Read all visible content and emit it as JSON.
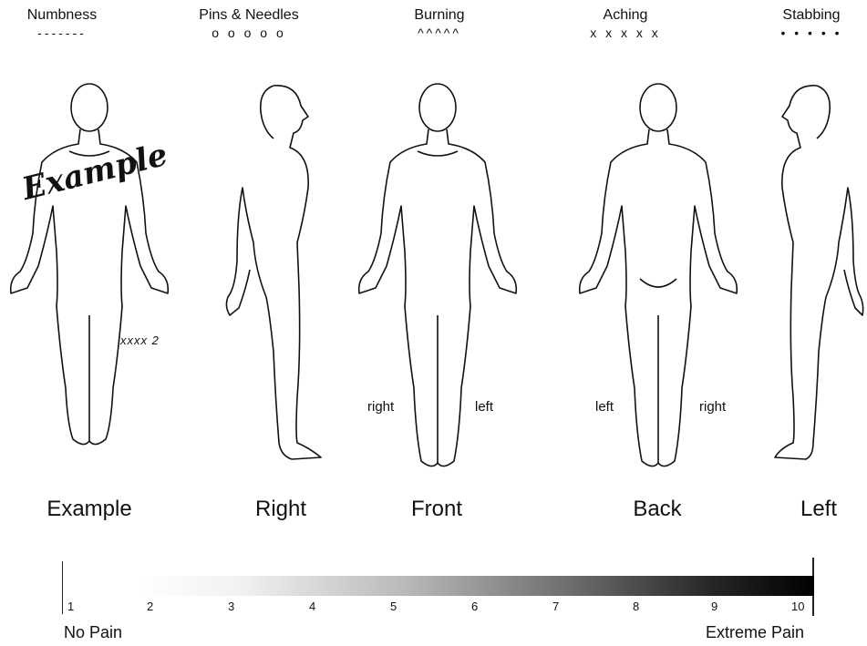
{
  "legend": [
    {
      "label": "Numbness",
      "symbol": "-------"
    },
    {
      "label": "Pins & Needles",
      "symbol": "o o o o o"
    },
    {
      "label": "Burning",
      "symbol": "^^^^^"
    },
    {
      "label": "Aching",
      "symbol": "x x x x x"
    },
    {
      "label": "Stabbing",
      "symbol": "• • • • •"
    }
  ],
  "figures": [
    {
      "title": "Example"
    },
    {
      "title": "Right"
    },
    {
      "title": "Front"
    },
    {
      "title": "Back"
    },
    {
      "title": "Left"
    }
  ],
  "example": {
    "script_word": "Example",
    "mark": "xxxx 2"
  },
  "front_labels": {
    "right": "right",
    "left": "left"
  },
  "back_labels": {
    "left": "left",
    "right": "right"
  },
  "scale": {
    "ticks": [
      "1",
      "2",
      "3",
      "4",
      "5",
      "6",
      "7",
      "8",
      "9",
      "10"
    ],
    "low_label": "No Pain",
    "high_label": "Extreme Pain"
  }
}
